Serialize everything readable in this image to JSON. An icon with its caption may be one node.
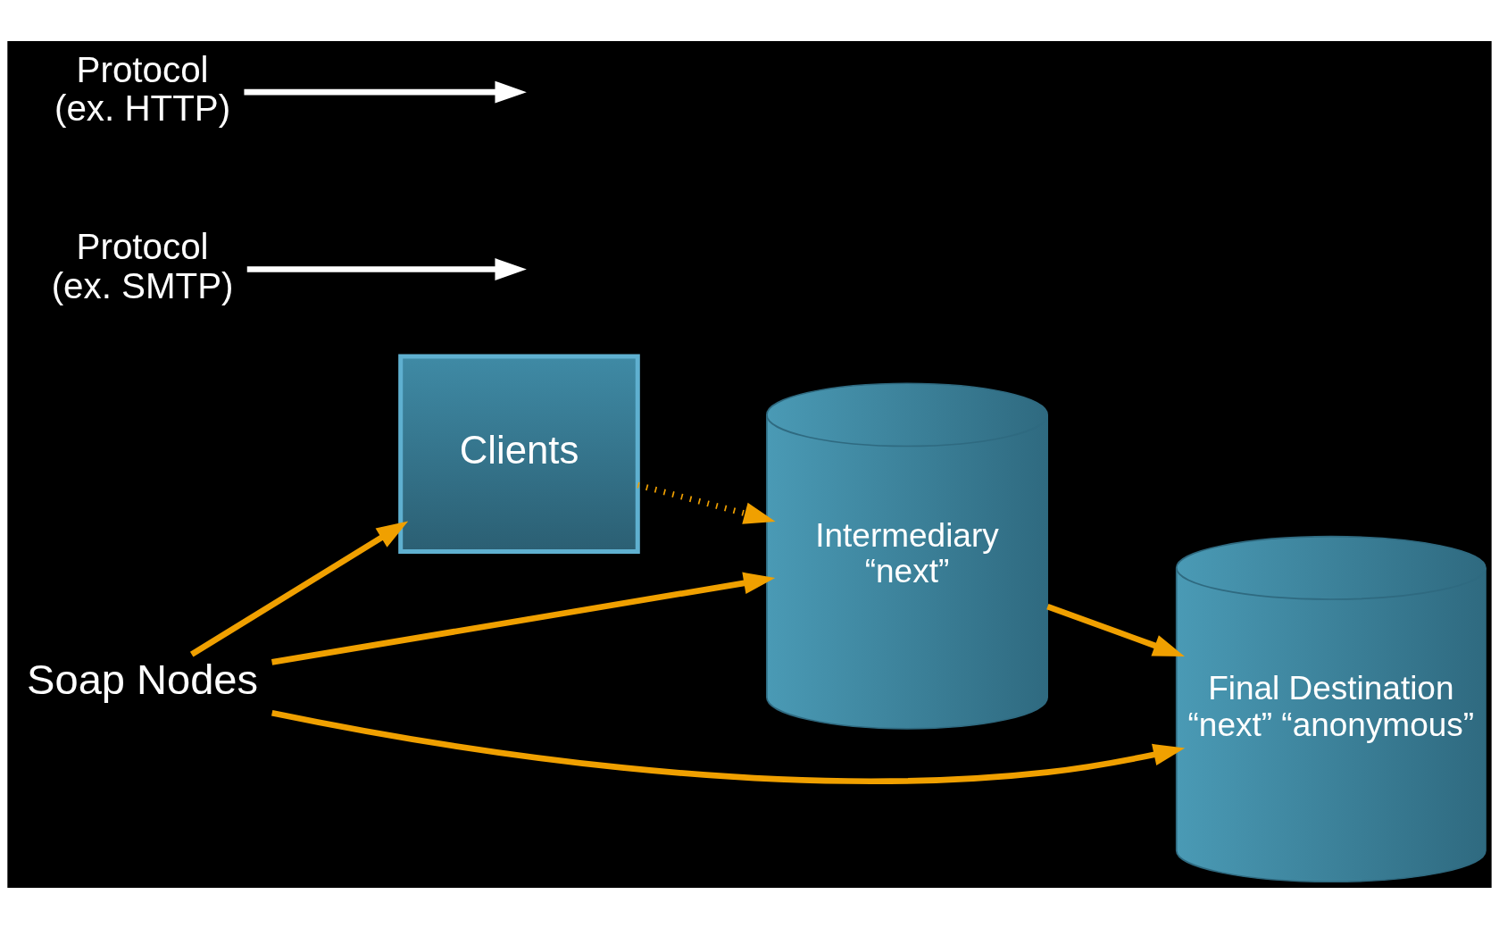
{
  "diagram": {
    "nodes": [
      {
        "text": [
          "Clients"
        ]
      },
      {
        "text": [
          "Soap Nodes"
        ]
      },
      {
        "text": [
          "Intermediary",
          "“next”"
        ]
      },
      {
        "text": [
          "Final Destination",
          "“next” “anonymous”"
        ]
      },
      {
        "text": [
          "Protocol",
          "(ex. SMTP)"
        ]
      },
      {
        "text": [
          "Protocol",
          "(ex. HTTP)"
        ]
      }
    ],
    "edges": [
      {
        "from": 1,
        "to": 0,
        "arrow": "to"
      },
      {
        "from": 1,
        "to": 2,
        "arrow": "to"
      },
      {
        "from": 1,
        "to": 3,
        "arrow": "to"
      },
      {
        "from": 0,
        "to": 2,
        "arrow": "to",
        "style": "dashed"
      },
      {
        "from": 2,
        "to": 3,
        "arrow": "to"
      },
      {
        "from": 4,
        "to": null,
        "arrow": "to",
        "color": "#ffffff"
      },
      {
        "from": 5,
        "to": null,
        "arrow": "to",
        "color": "#ffffff"
      }
    ]
  }
}
